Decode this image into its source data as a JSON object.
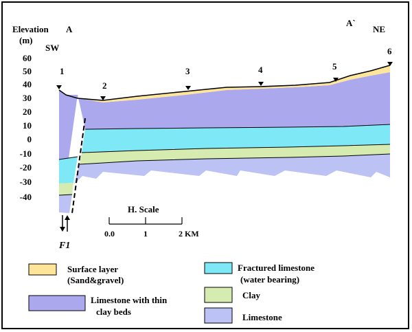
{
  "y_axis": {
    "title_line1": "Elevation",
    "title_line2": "(m)",
    "ticks": [
      "60",
      "50",
      "40",
      "30",
      "20",
      "10",
      "0",
      "-10",
      "-20",
      "-30",
      "-40"
    ]
  },
  "profile": {
    "start_label": "A",
    "end_label": "A`",
    "start_direction": "SW",
    "end_direction": "NE"
  },
  "wells": [
    {
      "label": "1"
    },
    {
      "label": "2"
    },
    {
      "label": "3"
    },
    {
      "label": "4"
    },
    {
      "label": "5"
    },
    {
      "label": "6"
    }
  ],
  "fault": {
    "label": "F1"
  },
  "scale": {
    "title": "H. Scale",
    "ticks": [
      "0.0",
      "1",
      "2 KM"
    ]
  },
  "legend": [
    {
      "label_line1": "Surface layer",
      "label_line2": "(Sand&gravel)",
      "color": "#fde59a"
    },
    {
      "label_line1": "Fractured limestone",
      "label_line2": "(water bearing)",
      "color": "#7fe8f6"
    },
    {
      "label_line1": "Limestone with thin",
      "label_line2": "clay beds",
      "color": "#aba8ee"
    },
    {
      "label_line1": "Clay",
      "label_line2": "",
      "color": "#d6ebb0"
    },
    {
      "label_line1": "Limestone",
      "label_line2": "",
      "color": "#bcc2f4"
    }
  ],
  "colors": {
    "surface": "#fde59a",
    "fractured": "#7fe8f6",
    "limestone_clay": "#aba8ee",
    "clay": "#d6ebb0",
    "limestone": "#bcc2f4"
  }
}
